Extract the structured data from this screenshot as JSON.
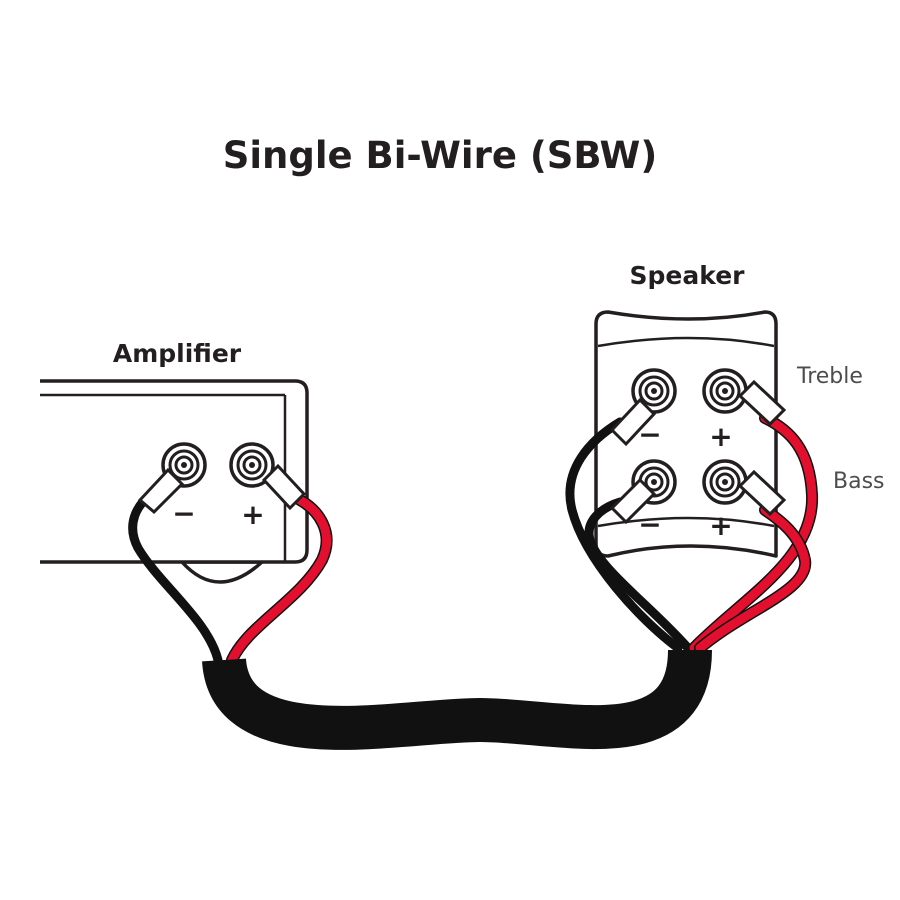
{
  "diagram": {
    "title": "Single Bi-Wire (SBW)",
    "amplifier": {
      "label": "Amplifier",
      "terminals": {
        "negative": "−",
        "positive": "+"
      }
    },
    "speaker": {
      "label": "Speaker",
      "treble_label": "Treble",
      "bass_label": "Bass",
      "treble_terminals": {
        "negative": "−",
        "positive": "+"
      },
      "bass_terminals": {
        "negative": "−",
        "positive": "+"
      }
    },
    "colors": {
      "positive_wire": "#e2102e",
      "negative_wire": "#111111",
      "cable_jacket": "#111111",
      "outline": "#231f20"
    },
    "icons": {
      "binding_post": "binding-post-icon",
      "spade_connector": "spade-connector-icon"
    }
  }
}
